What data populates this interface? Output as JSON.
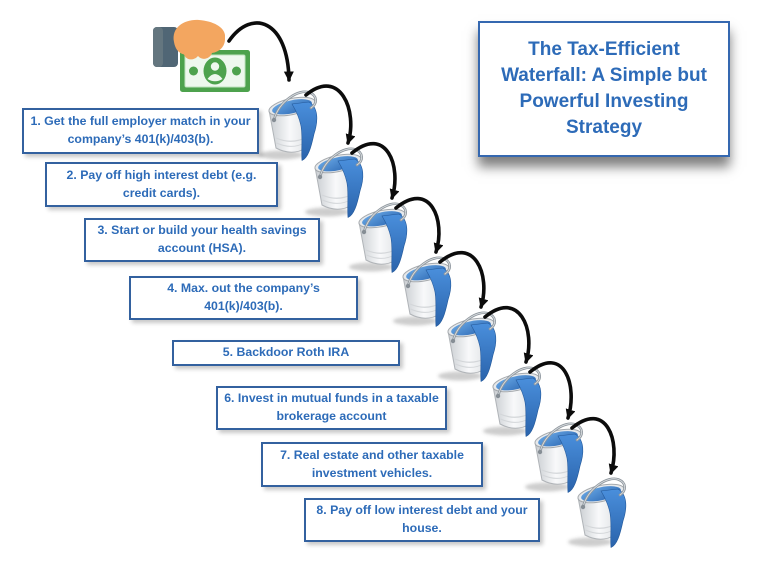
{
  "title": {
    "text": "The Tax-Efficient Waterfall: A Simple but Powerful Investing Strategy"
  },
  "steps": [
    {
      "label": "1. Get the full employer match in your company’s 401(k)/403(b)."
    },
    {
      "label": "2. Pay off high interest debt (e.g. credit cards)."
    },
    {
      "label": "3. Start or build your health savings account (HSA)."
    },
    {
      "label": "4. Max. out the company’s 401(k)/403(b)."
    },
    {
      "label": "5. Backdoor Roth IRA"
    },
    {
      "label": "6. Invest in mutual funds in a taxable brokerage account"
    },
    {
      "label": "7. Real estate and other taxable investment vehicles."
    },
    {
      "label": "8. Pay off low interest debt and your house."
    }
  ],
  "figure": {
    "bucket_count": 8,
    "arrow_count": 8,
    "icons": {
      "source": "hand-giving-money-icon",
      "container": "paint-bucket-icon",
      "connector": "curved-arrow"
    }
  },
  "colors": {
    "box_border": "#33619f",
    "text_blue": "#2d6bb8",
    "arrow_black": "#0c0c0c",
    "paint_blue": "#3b82d4",
    "bill_green": "#4da24d",
    "hand_orange": "#f3a660",
    "sleeve_gray": "#506675",
    "background": "#ffffff"
  }
}
